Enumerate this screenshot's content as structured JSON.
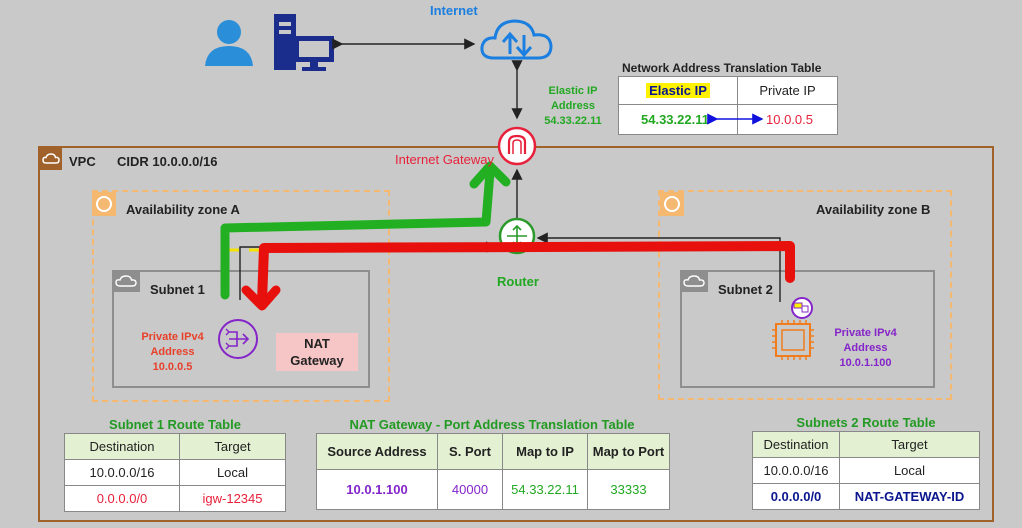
{
  "top": {
    "internet_label": "Internet",
    "elastic_ip_label": [
      "Elastic IP",
      "Address",
      "54.33.22.11"
    ],
    "internet_gateway_label": "Internet Gateway",
    "router_label": "Router"
  },
  "nat_table": {
    "title": "Network Address Translation Table",
    "headers": [
      "Elastic IP",
      "Private IP"
    ],
    "row": [
      "54.33.22.11",
      "10.0.0.5"
    ]
  },
  "vpc": {
    "label": "VPC",
    "cidr": "CIDR 10.0.0.0/16",
    "zone_a": "Availability zone A",
    "zone_b": "Availability zone B",
    "subnet1": {
      "label": "Subnet 1",
      "ip_lines": [
        "Private IPv4",
        "Address",
        "10.0.0.5"
      ],
      "nat_lines": [
        "NAT",
        "Gateway"
      ]
    },
    "subnet2": {
      "label": "Subnet 2",
      "ip_lines": [
        "Private IPv4",
        "Address",
        "10.0.1.100"
      ]
    }
  },
  "subnet1_rt": {
    "title": "Subnet 1 Route Table",
    "headers": [
      "Destination",
      "Target"
    ],
    "rows": [
      [
        "10.0.0.0/16",
        "Local"
      ],
      [
        "0.0.0.0/0",
        "igw-12345"
      ]
    ]
  },
  "pat_table": {
    "title": "NAT Gateway - Port Address Translation Table",
    "headers": [
      "Source Address",
      "S. Port",
      "Map to IP",
      "Map to Port"
    ],
    "row": [
      "10.0.1.100",
      "40000",
      "54.33.22.11",
      "33333"
    ]
  },
  "subnet2_rt": {
    "title": "Subnets 2 Route Table",
    "headers": [
      "Destination",
      "Target"
    ],
    "rows": [
      [
        "10.0.0.0/16",
        "Local"
      ],
      [
        "0.0.0.0/0",
        "NAT-GATEWAY-ID"
      ]
    ]
  },
  "colors": {
    "green_path": "#22b022",
    "red_path": "#e8100c",
    "vpc_border": "#a0612a"
  },
  "icons": [
    "user-icon",
    "computer-icon",
    "cloud-icon",
    "internet-gateway-icon",
    "router-icon",
    "nat-gateway-icon",
    "ec2-instance-icon"
  ]
}
